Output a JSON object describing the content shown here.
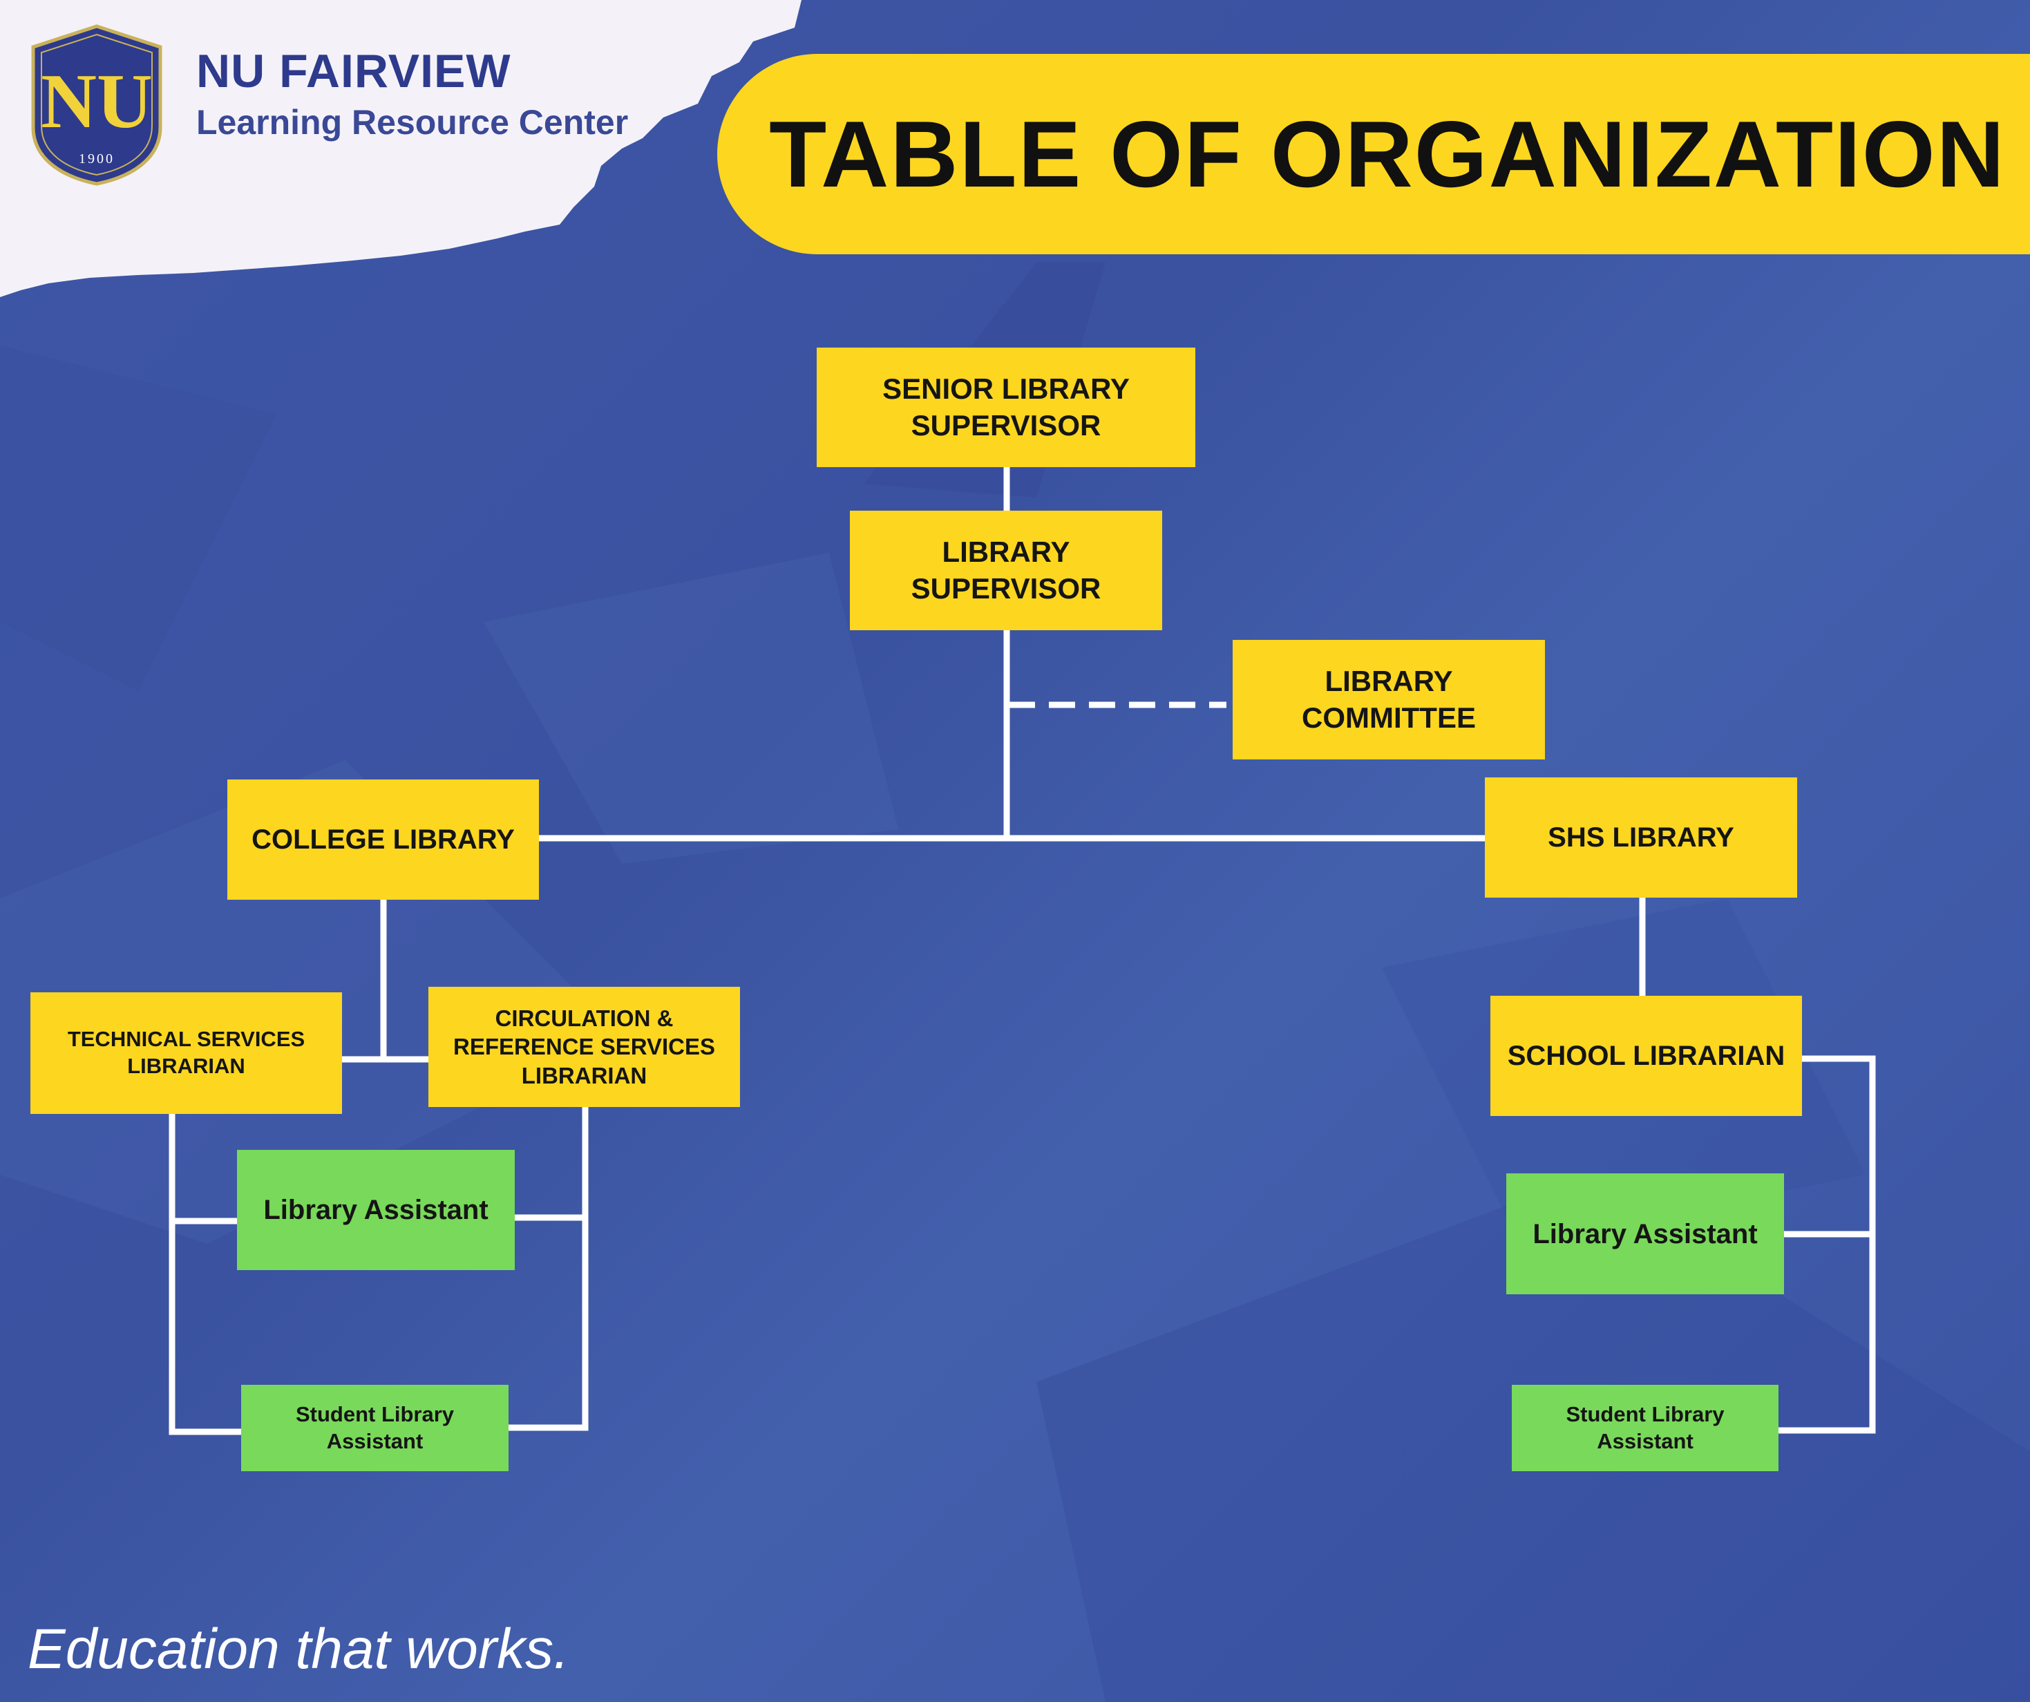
{
  "brand": {
    "name": "NU FAIRVIEW",
    "subtitle": "Learning Resource Center",
    "logo_letters": "NU",
    "logo_year": "1900"
  },
  "title": "TABLE OF ORGANIZATION",
  "org_chart": {
    "senior_library_supervisor": "SENIOR LIBRARY SUPERVISOR",
    "library_supervisor": "LIBRARY SUPERVISOR",
    "library_committee": "LIBRARY COMMITTEE",
    "college_library": "COLLEGE LIBRARY",
    "shs_library": "SHS LIBRARY",
    "technical_services_librarian": "TECHNICAL SERVICES LIBRARIAN",
    "circulation_reference_librarian": "CIRCULATION & REFERENCE SERVICES LIBRARIAN",
    "school_librarian": "SCHOOL LIBRARIAN",
    "college_library_assistant": "Library Assistant",
    "college_student_library_assistant": "Student Library Assistant",
    "shs_library_assistant": "Library Assistant",
    "shs_student_library_assistant": "Student Library Assistant"
  },
  "tagline": "Education that works.",
  "colors": {
    "background": "#3e56a6",
    "title_pill": "#fdd620",
    "yellow_box": "#fdd620",
    "green_box": "#79d95a",
    "connector": "#ffffff",
    "brand_text": "#2e3a8c"
  }
}
